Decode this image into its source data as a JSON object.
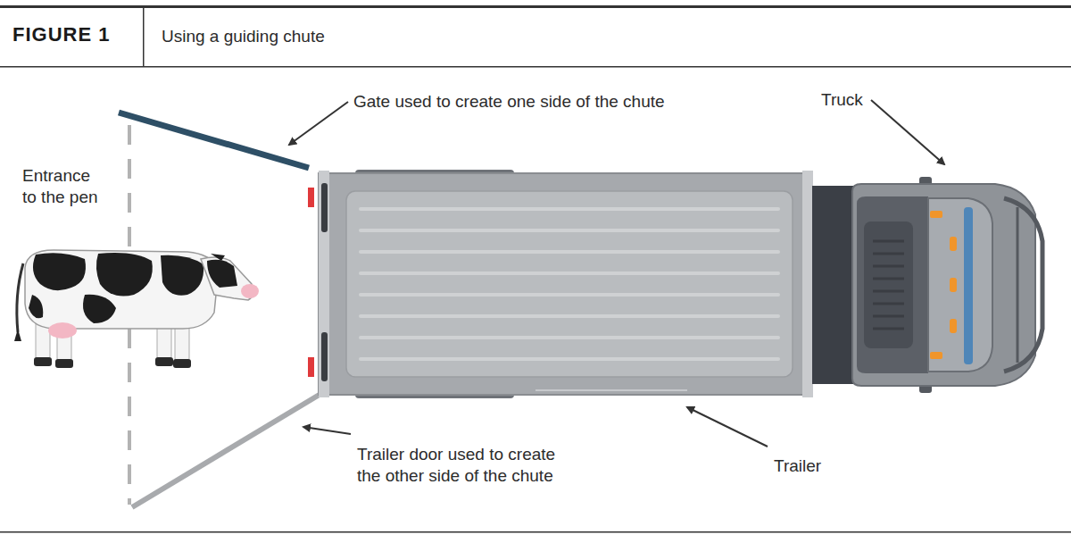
{
  "diagram": {
    "title": "Using a guiding chute",
    "labels": [
      "FIGURE 1",
      "Entrance to the pen",
      "Gate used to create one side of the chute",
      "Truck",
      "Trailer door used to create the other side of the chute",
      "Trailer"
    ]
  }
}
